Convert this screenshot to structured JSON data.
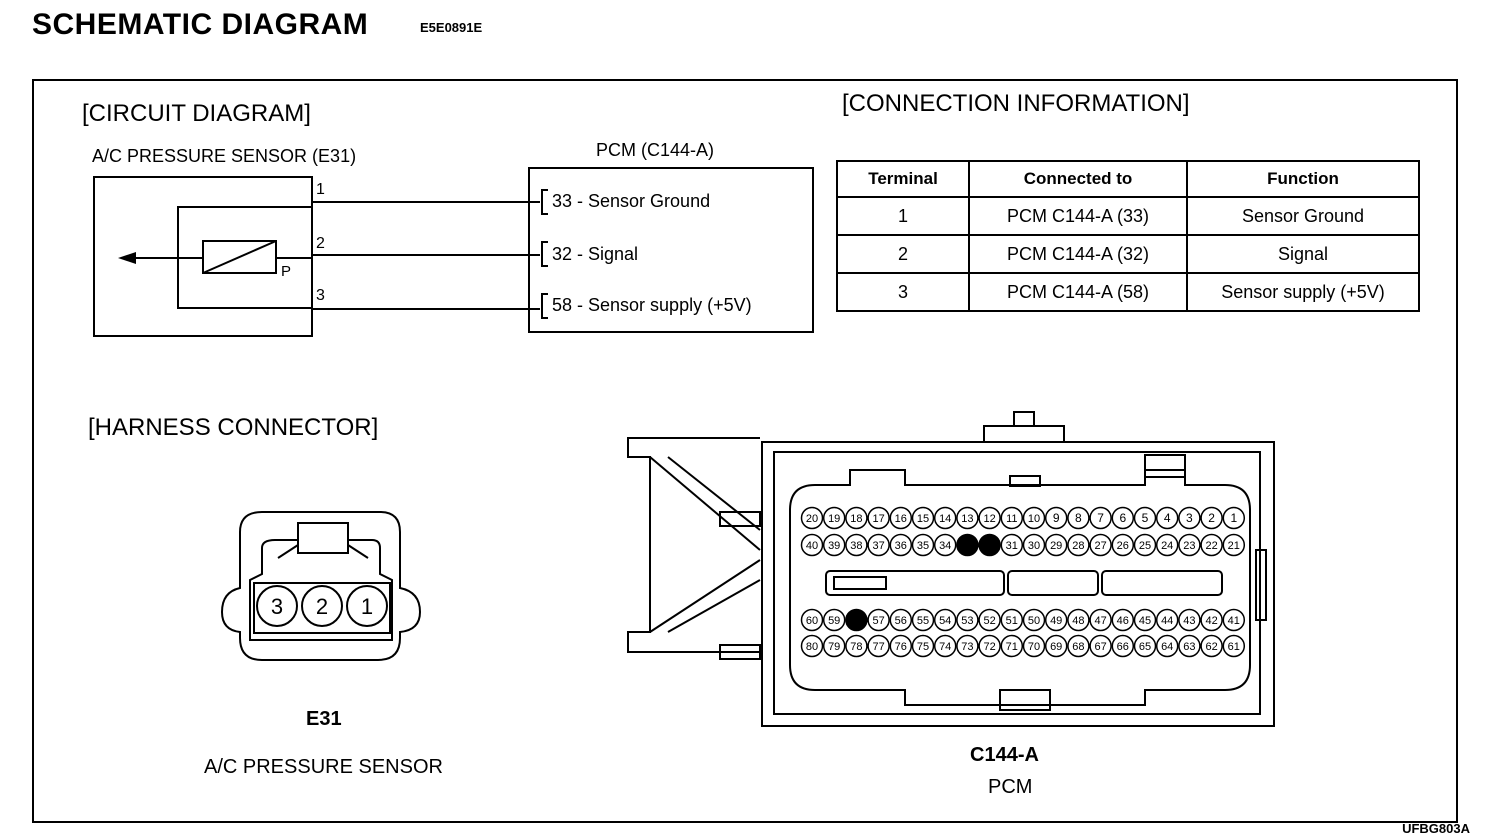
{
  "header": {
    "title": "SCHEMATIC DIAGRAM",
    "code": "E5E0891E"
  },
  "circuit": {
    "heading": "[CIRCUIT DIAGRAM]",
    "sensor_label": "A/C PRESSURE SENSOR (E31)",
    "sensor_marker": "P",
    "pcm_label": "PCM (C144-A)",
    "sensor_pins": [
      "1",
      "2",
      "3"
    ],
    "pcm_pins": [
      "33 - Sensor Ground",
      "32 - Signal",
      "58 - Sensor supply (+5V)"
    ]
  },
  "connection": {
    "heading": "[CONNECTION INFORMATION]",
    "columns": [
      "Terminal",
      "Connected to",
      "Function"
    ],
    "rows": [
      [
        "1",
        "PCM C144-A (33)",
        "Sensor Ground"
      ],
      [
        "2",
        "PCM C144-A (32)",
        "Signal"
      ],
      [
        "3",
        "PCM C144-A (58)",
        "Sensor supply (+5V)"
      ]
    ]
  },
  "harness": {
    "heading": "[HARNESS CONNECTOR]",
    "e31": {
      "pins": [
        "3",
        "2",
        "1"
      ],
      "id": "E31",
      "name": "A/C PRESSURE SENSOR"
    },
    "c144": {
      "id": "C144-A",
      "name": "PCM",
      "rows": [
        [
          "20",
          "19",
          "18",
          "17",
          "16",
          "15",
          "14",
          "13",
          "12",
          "11",
          "10",
          "9",
          "8",
          "7",
          "6",
          "5",
          "4",
          "3",
          "2",
          "1"
        ],
        [
          "40",
          "39",
          "38",
          "37",
          "36",
          "35",
          "34",
          "33",
          "32",
          "31",
          "30",
          "29",
          "28",
          "27",
          "26",
          "25",
          "24",
          "23",
          "22",
          "21"
        ],
        [
          "60",
          "59",
          "58",
          "57",
          "56",
          "55",
          "54",
          "53",
          "52",
          "51",
          "50",
          "49",
          "48",
          "47",
          "46",
          "45",
          "44",
          "43",
          "42",
          "41"
        ],
        [
          "80",
          "79",
          "78",
          "77",
          "76",
          "75",
          "74",
          "73",
          "72",
          "71",
          "70",
          "69",
          "68",
          "67",
          "66",
          "65",
          "64",
          "63",
          "62",
          "61"
        ]
      ],
      "highlighted": [
        "33",
        "32",
        "58"
      ]
    }
  },
  "footer": {
    "ref": "UFBG803A"
  }
}
